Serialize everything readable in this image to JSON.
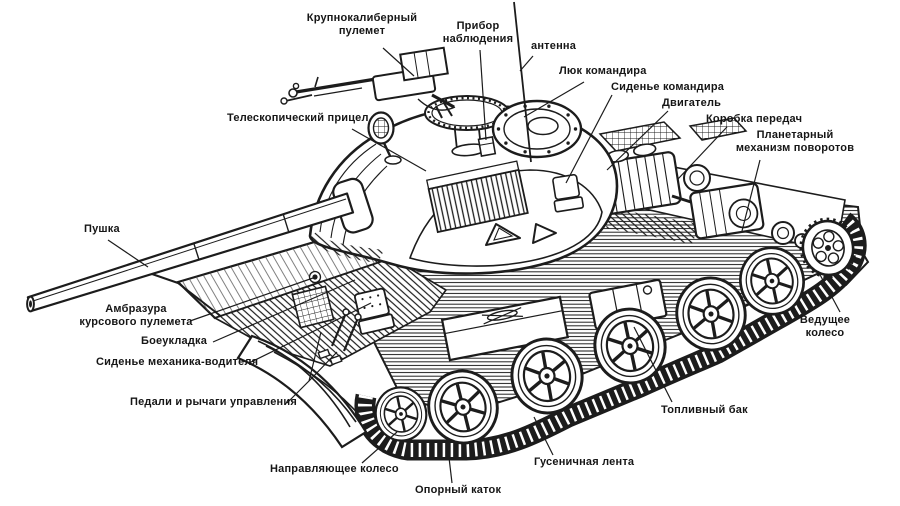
{
  "colors": {
    "ink": "#1c1c1c",
    "paper": "#ffffff"
  },
  "labels": {
    "heavy_machine_gun": {
      "line1": "Крупнокалиберный",
      "line2": "пулемет"
    },
    "observation_device": {
      "line1": "Прибор",
      "line2": "наблюдения"
    },
    "antenna": {
      "text": "антенна"
    },
    "commander_hatch": {
      "text": "Люк командира"
    },
    "commander_seat": {
      "text": "Сиденье командира"
    },
    "engine": {
      "text": "Двигатель"
    },
    "gearbox": {
      "text": "Коробка передач"
    },
    "planetary_steering": {
      "line1": "Планетарный",
      "line2": "механизм поворотов"
    },
    "telescopic_sight": {
      "text": "Телескопический прицел"
    },
    "gun": {
      "text": "Пушка"
    },
    "bow_mg_port": {
      "line1": "Амбразура",
      "line2": "курсового пулемета"
    },
    "ammo_stowage": {
      "text": "Боеукладка"
    },
    "driver_seat": {
      "text": "Сиденье механика-водителя"
    },
    "controls": {
      "text": "Педали и рычаги управления"
    },
    "idler_wheel": {
      "text": "Направляющее колесо"
    },
    "road_wheel": {
      "text": "Опорный каток"
    },
    "track": {
      "text": "Гусеничная лента"
    },
    "fuel_tank": {
      "text": "Топливный бак"
    },
    "drive_wheel": {
      "line1": "Ведущее",
      "line2": "колесо"
    }
  }
}
